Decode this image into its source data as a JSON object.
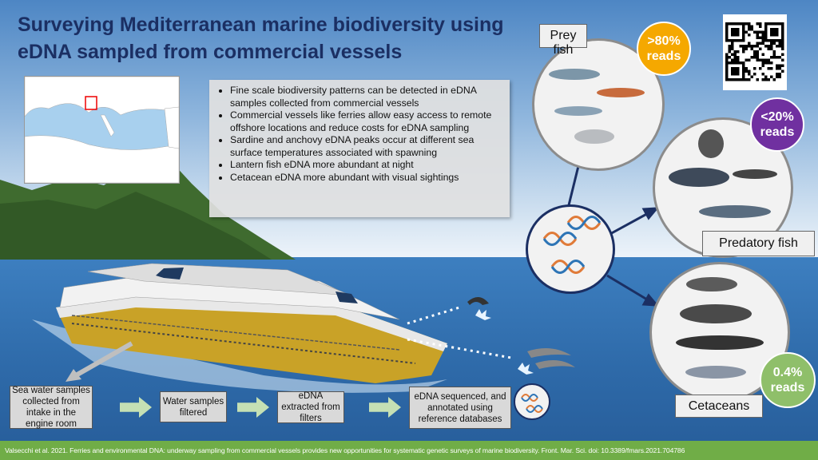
{
  "title": "Surveying Mediterranean marine biodiversity using eDNA sampled from commercial vessels",
  "bullets": [
    "Fine scale biodiversity patterns can be detected in eDNA samples collected from commercial vessels",
    "Commercial vessels like ferries allow easy access to remote offshore locations and reduce costs for eDNA sampling",
    "Sardine and anchovy eDNA peaks occur at different sea surface temperatures associated with spawning",
    "Lantern fish eDNA more abundant at night",
    "Cetacean eDNA more abundant with visual sightings"
  ],
  "groups": {
    "prey": {
      "label": "Prey fish",
      "reads": ">80%",
      "reads_unit": "reads",
      "color": "#f5a800"
    },
    "predatory": {
      "label": "Predatory fish",
      "reads": "<20%",
      "reads_unit": "reads",
      "color": "#7030a0"
    },
    "cetaceans": {
      "label": "Cetaceans",
      "reads": "0.4%",
      "reads_unit": "reads",
      "color": "#8fbf6a"
    }
  },
  "workflow": [
    "Sea water samples collected from intake in the engine room",
    "Water samples filtered",
    "eDNA extracted from filters",
    "eDNA sequenced, and annotated using reference databases"
  ],
  "footer": "Valsecchi et al. 2021. Ferries and  environmental  DNA: underway sampling from commercial vessels provides new opportunities  for systematic genetic surveys of marine biodiversity.  Front. Mar. Sci. doi: 10.3389/fmars.2021.704786"
}
